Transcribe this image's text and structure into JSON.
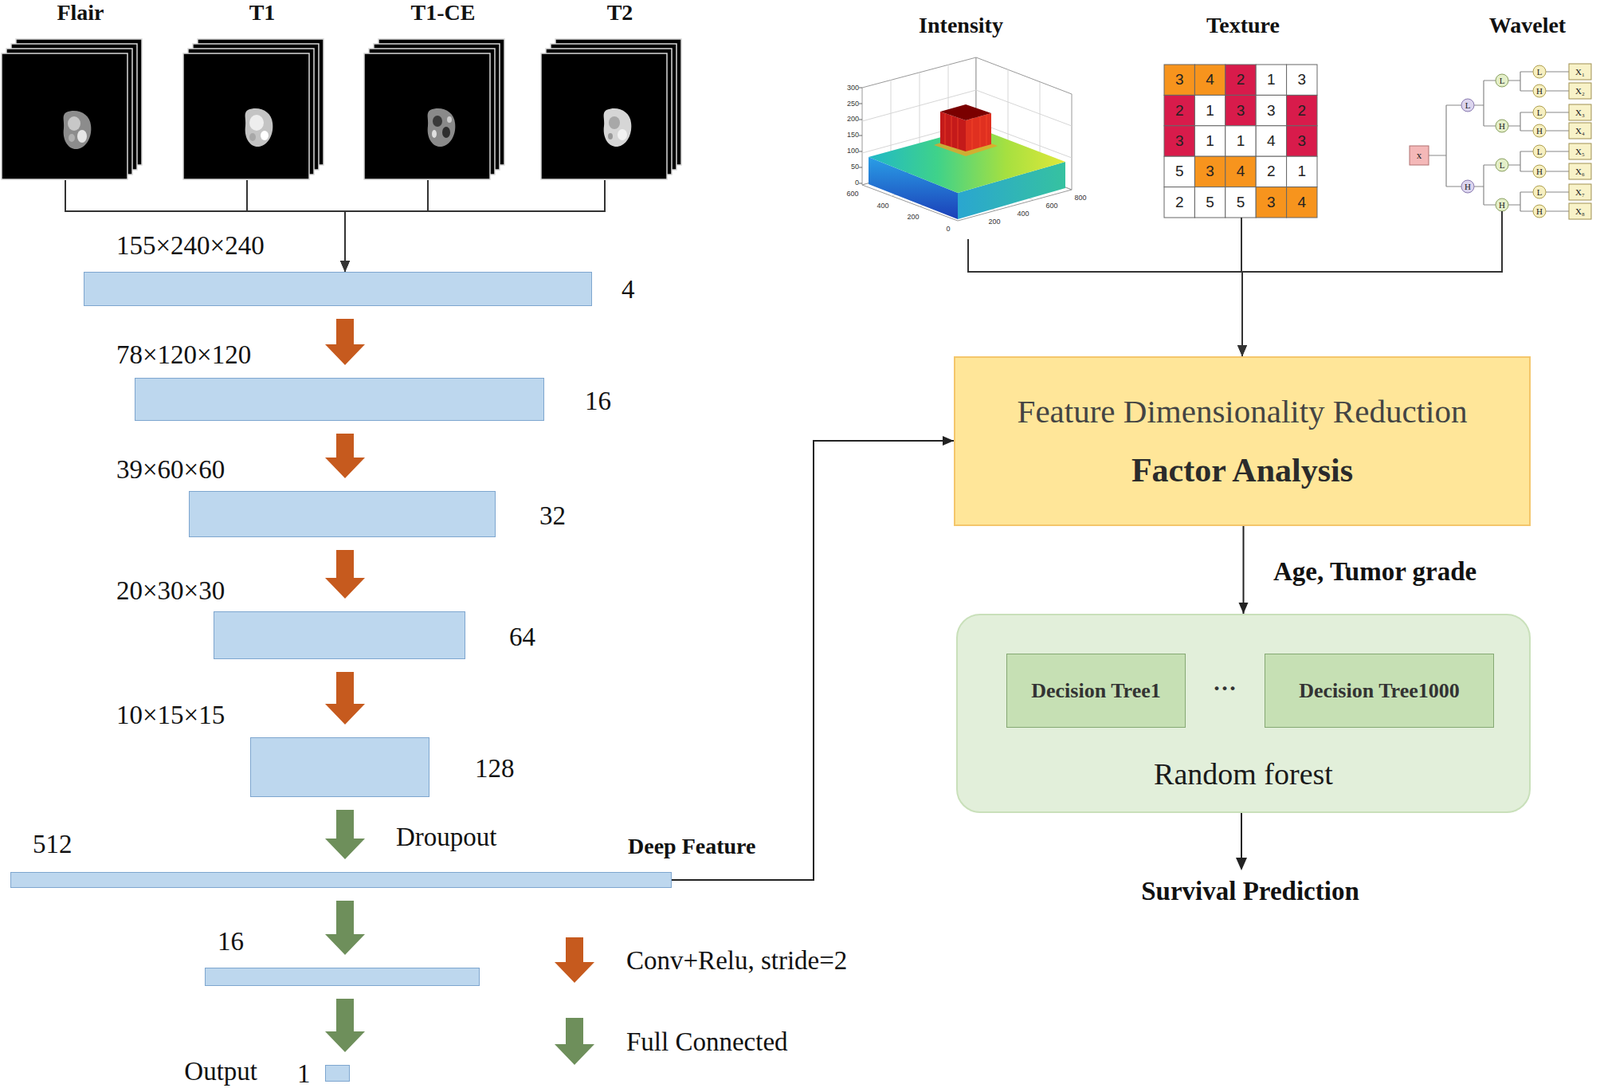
{
  "diagram": {
    "nodes": [
      {
        "text": [
          "Flair"
        ]
      },
      {
        "text": [
          "T1"
        ]
      },
      {
        "text": [
          "T1-CE"
        ]
      },
      {
        "text": [
          "T2"
        ]
      },
      {
        "text": [
          "155×240×240",
          "4"
        ]
      },
      {
        "text": [
          "78×120×120",
          "16"
        ]
      },
      {
        "text": [
          "39×60×60",
          "32"
        ]
      },
      {
        "text": [
          "20×30×30",
          "64"
        ]
      },
      {
        "text": [
          "10×15×15",
          "128"
        ]
      },
      {
        "text": [
          "512"
        ]
      },
      {
        "text": [
          "16"
        ]
      },
      {
        "text": [
          "Output",
          "1"
        ]
      },
      {
        "text": [
          "Intensity"
        ]
      },
      {
        "text": [
          "Texture"
        ]
      },
      {
        "text": [
          "Wavelet"
        ]
      },
      {
        "text": [
          "Feature Dimensionality Reduction",
          "Factor Analysis"
        ]
      },
      {
        "text": [
          "Random forest"
        ]
      },
      {
        "text": [
          "Decision Tree1"
        ],
        "in": 16
      },
      {
        "text": [
          "Decision Tree1000"
        ],
        "in": 16
      }
    ],
    "edges": [
      {
        "from": 0,
        "to": 4,
        "arrow": "to"
      },
      {
        "from": 1,
        "to": 4,
        "arrow": "to"
      },
      {
        "from": 2,
        "to": 4,
        "arrow": "to"
      },
      {
        "from": 3,
        "to": 4,
        "arrow": "to"
      },
      {
        "from": 4,
        "to": 5,
        "arrow": "to"
      },
      {
        "from": 5,
        "to": 6,
        "arrow": "to"
      },
      {
        "from": 6,
        "to": 7,
        "arrow": "to"
      },
      {
        "from": 7,
        "to": 8,
        "arrow": "to"
      },
      {
        "from": 8,
        "to": 9,
        "label": "Droupout",
        "arrow": "to"
      },
      {
        "from": 9,
        "to": 10,
        "arrow": "to"
      },
      {
        "from": 10,
        "to": 11,
        "arrow": "to"
      },
      {
        "from": 9,
        "to": 15,
        "label": "Deep Feature",
        "arrow": "to"
      },
      {
        "from": 12,
        "to": 15,
        "arrow": "to"
      },
      {
        "from": 13,
        "to": 15,
        "arrow": "to"
      },
      {
        "from": 14,
        "to": 15,
        "arrow": "to"
      },
      {
        "from": 15,
        "to": 16,
        "label": "Age, Tumor grade",
        "arrow": "to"
      }
    ],
    "labels": [
      "300",
      "250",
      "200",
      "150",
      "100",
      "50",
      "0",
      "600",
      "400",
      "200",
      "0",
      "200",
      "400",
      "600",
      "800",
      "3",
      "4",
      "2",
      "1",
      "3",
      "2",
      "1",
      "3",
      "3",
      "2",
      "3",
      "1",
      "1",
      "4",
      "3",
      "5",
      "3",
      "4",
      "2",
      "1",
      "2",
      "5",
      "5",
      "3",
      "4",
      "x",
      "L",
      "H",
      "L",
      "H",
      "L",
      "H",
      "L",
      "H",
      "L",
      "H",
      "L",
      "H",
      "L",
      "H",
      "X₁",
      "X₂",
      "X₃",
      "X₄",
      "X₅",
      "X₆",
      "X₇",
      "X₈",
      "···",
      "Survival Prediction"
    ],
    "legend": [
      {
        "text": "Conv+Relu, stride=2"
      },
      {
        "text": "Full Connected"
      }
    ]
  }
}
